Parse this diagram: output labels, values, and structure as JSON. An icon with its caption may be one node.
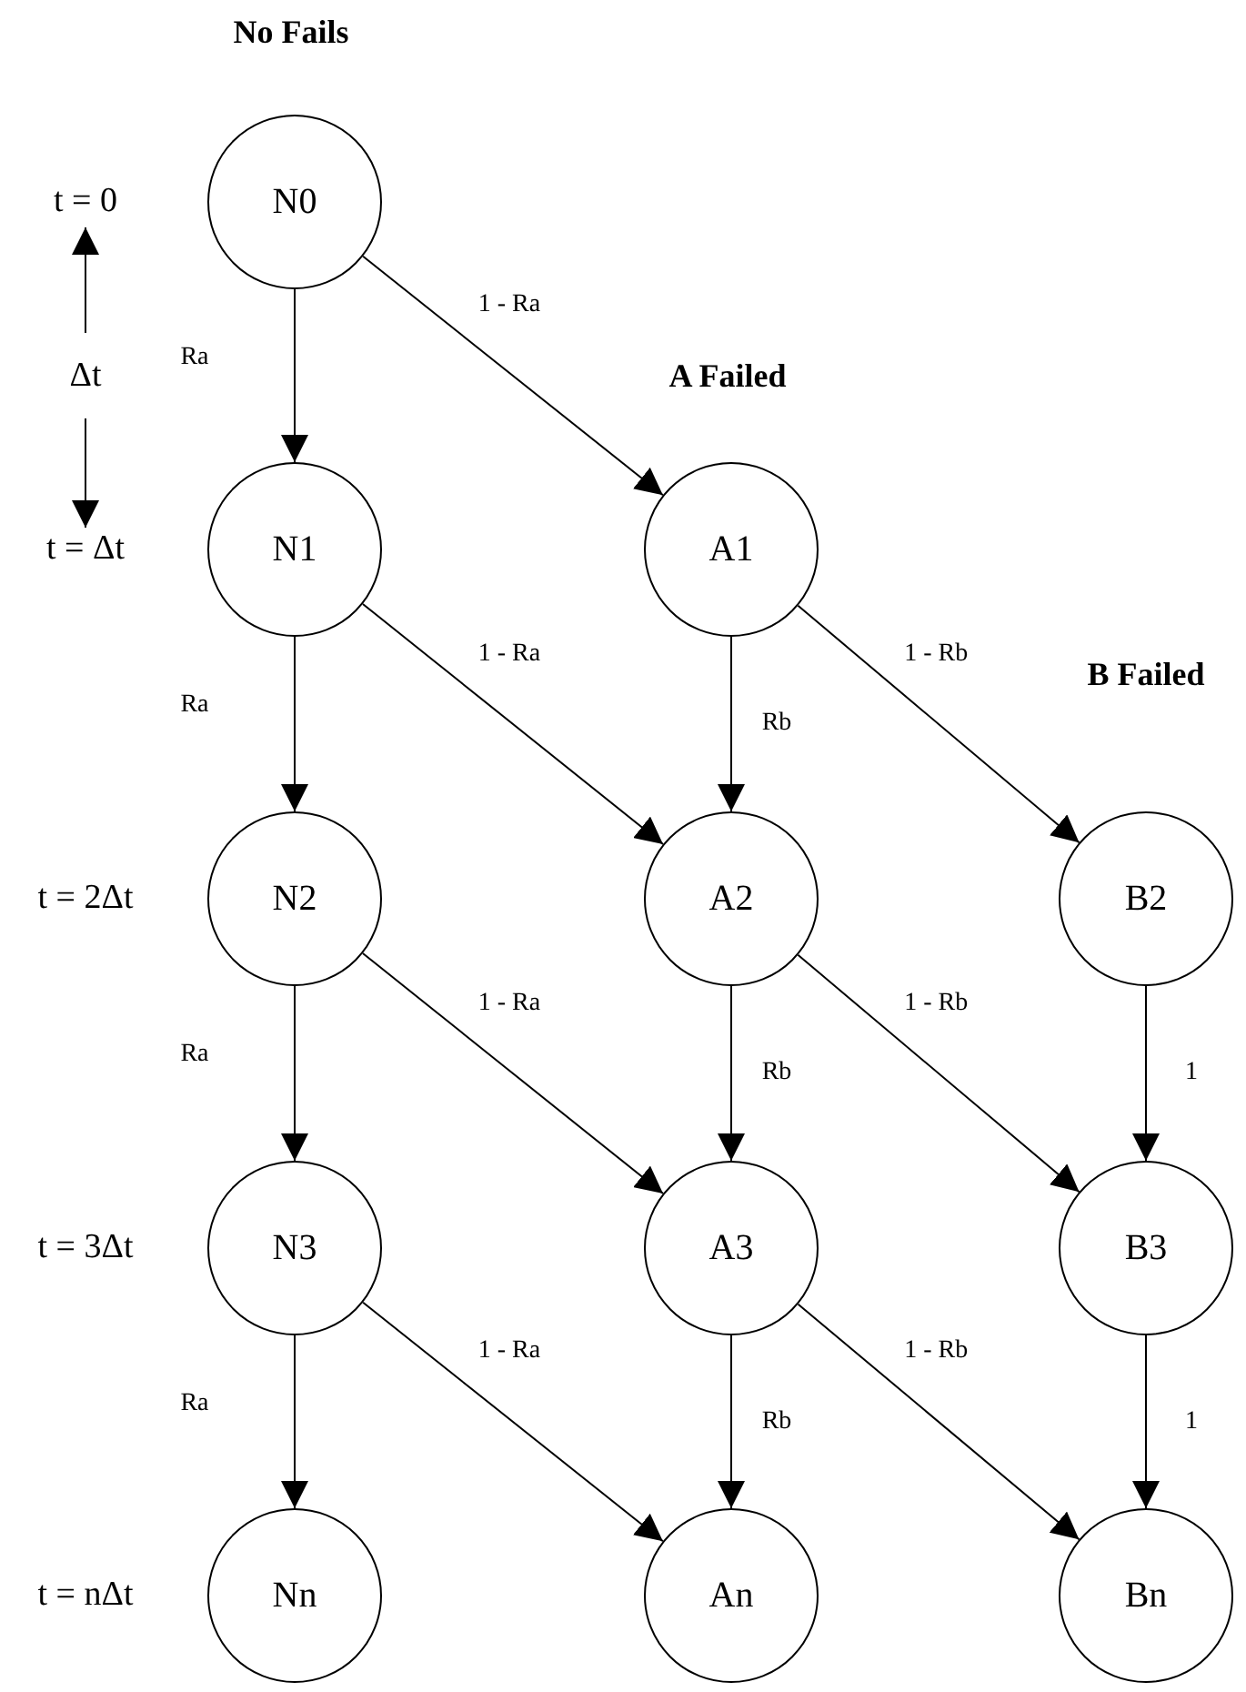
{
  "diagram": {
    "nodes": [
      {
        "text": [
          "N0"
        ]
      },
      {
        "text": [
          "N1"
        ]
      },
      {
        "text": [
          "A1"
        ]
      },
      {
        "text": [
          "N2"
        ]
      },
      {
        "text": [
          "A2"
        ]
      },
      {
        "text": [
          "B2"
        ]
      },
      {
        "text": [
          "N3"
        ]
      },
      {
        "text": [
          "A3"
        ]
      },
      {
        "text": [
          "B3"
        ]
      },
      {
        "text": [
          "Nn"
        ]
      },
      {
        "text": [
          "An"
        ]
      },
      {
        "text": [
          "Bn"
        ]
      }
    ],
    "edges": [
      {
        "from": 0,
        "to": 1,
        "arrow": "to",
        "label": "Ra"
      },
      {
        "from": 0,
        "to": 2,
        "arrow": "to",
        "label": "1 - Ra"
      },
      {
        "from": 1,
        "to": 3,
        "arrow": "to",
        "label": "Ra"
      },
      {
        "from": 1,
        "to": 4,
        "arrow": "to",
        "label": "1 - Ra"
      },
      {
        "from": 2,
        "to": 4,
        "arrow": "to",
        "label": "Rb"
      },
      {
        "from": 2,
        "to": 5,
        "arrow": "to",
        "label": "1 - Rb"
      },
      {
        "from": 3,
        "to": 6,
        "arrow": "to",
        "label": "Ra"
      },
      {
        "from": 3,
        "to": 7,
        "arrow": "to",
        "label": "1 - Ra"
      },
      {
        "from": 4,
        "to": 7,
        "arrow": "to",
        "label": "Rb"
      },
      {
        "from": 4,
        "to": 8,
        "arrow": "to",
        "label": "1 - Rb"
      },
      {
        "from": 5,
        "to": 8,
        "arrow": "to",
        "label": "1"
      },
      {
        "from": 6,
        "to": 9,
        "arrow": "to",
        "label": "Ra"
      },
      {
        "from": 6,
        "to": 10,
        "arrow": "to",
        "label": "1 - Ra"
      },
      {
        "from": 7,
        "to": 10,
        "arrow": "to",
        "label": "Rb"
      },
      {
        "from": 7,
        "to": 11,
        "arrow": "to",
        "label": "1 - Rb"
      },
      {
        "from": 8,
        "to": 11,
        "arrow": "to",
        "label": "1"
      }
    ],
    "labels": [
      "No Fails",
      "t = 0",
      "A Failed",
      "Δt",
      "t = Δt",
      "B Failed",
      "t = 2Δt",
      "t = 3Δt",
      "t = nΔt"
    ]
  }
}
